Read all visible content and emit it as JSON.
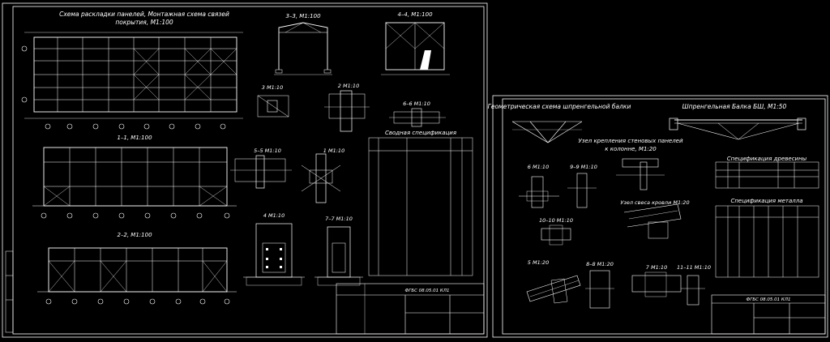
{
  "sheet_left": {
    "plan_title_line1": "Схема раскладки панелей, Монтажная схема связей",
    "plan_title_line2": "покрытия, М1:100",
    "section_3_3": "3–3, М1:100",
    "section_4_4": "4–4, М1:100",
    "section_1_1": "1–1, М1:100",
    "section_2_2": "2–2, М1:100",
    "node_3": "3  М1:10",
    "node_2": "2  М1:10",
    "node_6_6": "6–6  М1:10",
    "node_5_5": "5–5  М1:10",
    "node_1": "1  М1:10",
    "node_4": "4  М1:10",
    "node_7_7": "7–7  М1:10",
    "spec_title": "Сводная спецификация",
    "stamp_code": "ФГБС 08.05.01 КЛ1"
  },
  "sheet_right": {
    "geom_title": "Геометрическая схема шпренгельной балки",
    "beam_title": "Шпренгельная Балка БШ, М1:50",
    "node_wall_1": "Узел крепления стеновых панелей",
    "node_wall_2": "к колонне, М1:20",
    "spec_wood": "Спецификация древесины",
    "spec_metal": "Спецификация металла",
    "node_6": "6  М1:10",
    "node_9_9": "9–9  М1:10",
    "node_roof": "Узел свеса кровли М1:20",
    "node_10_10": "10–10  М1:10",
    "node_5": "5  М1:20",
    "node_8_8": "8–8  М1:20",
    "node_7": "7  М1:10",
    "node_11_11": "11–11 М1:10",
    "stamp_code": "ФГБС 08.05.01 КЛ1"
  }
}
